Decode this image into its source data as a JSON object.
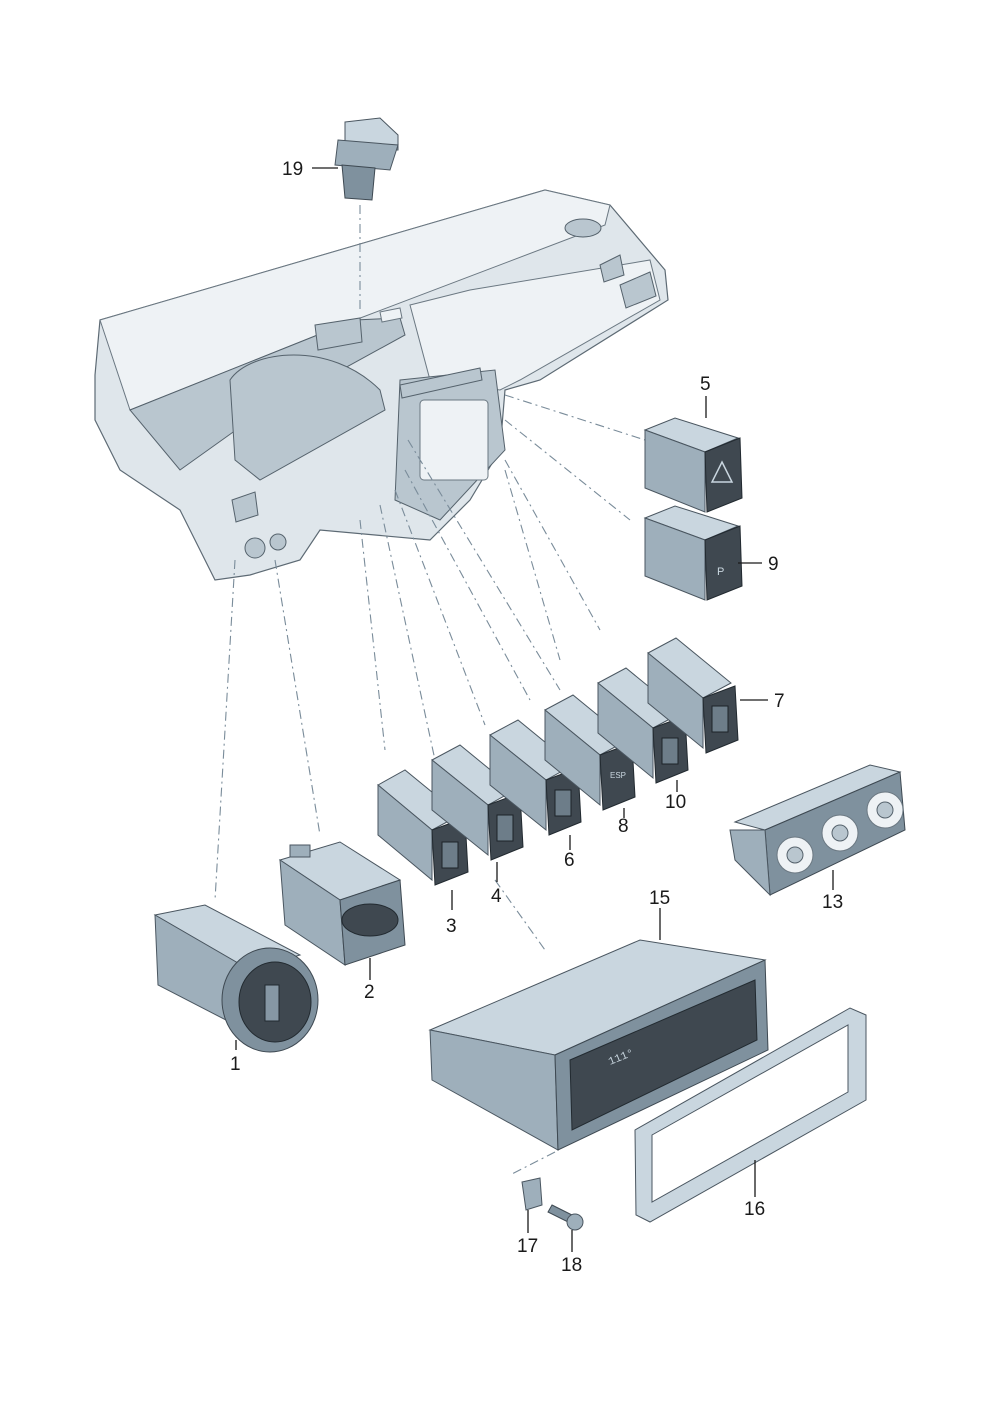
{
  "parts": [
    {
      "id": "1"
    },
    {
      "id": "2"
    },
    {
      "id": "3"
    },
    {
      "id": "4"
    },
    {
      "id": "5"
    },
    {
      "id": "6"
    },
    {
      "id": "7"
    },
    {
      "id": "8"
    },
    {
      "id": "9"
    },
    {
      "id": "10"
    },
    {
      "id": "13"
    },
    {
      "id": "15"
    },
    {
      "id": "16"
    },
    {
      "id": "17"
    },
    {
      "id": "18"
    },
    {
      "id": "19"
    }
  ],
  "display_text": {
    "climate_temp": "111°",
    "esp_label": "ESP",
    "park_label": "P"
  },
  "colors": {
    "line": "#1a1a1a",
    "part_light": "#c9d6df",
    "part_mid": "#9eafbb",
    "part_dark": "#7f919e",
    "button_face": "#3f4850",
    "dashboard": "#dfe6eb"
  }
}
